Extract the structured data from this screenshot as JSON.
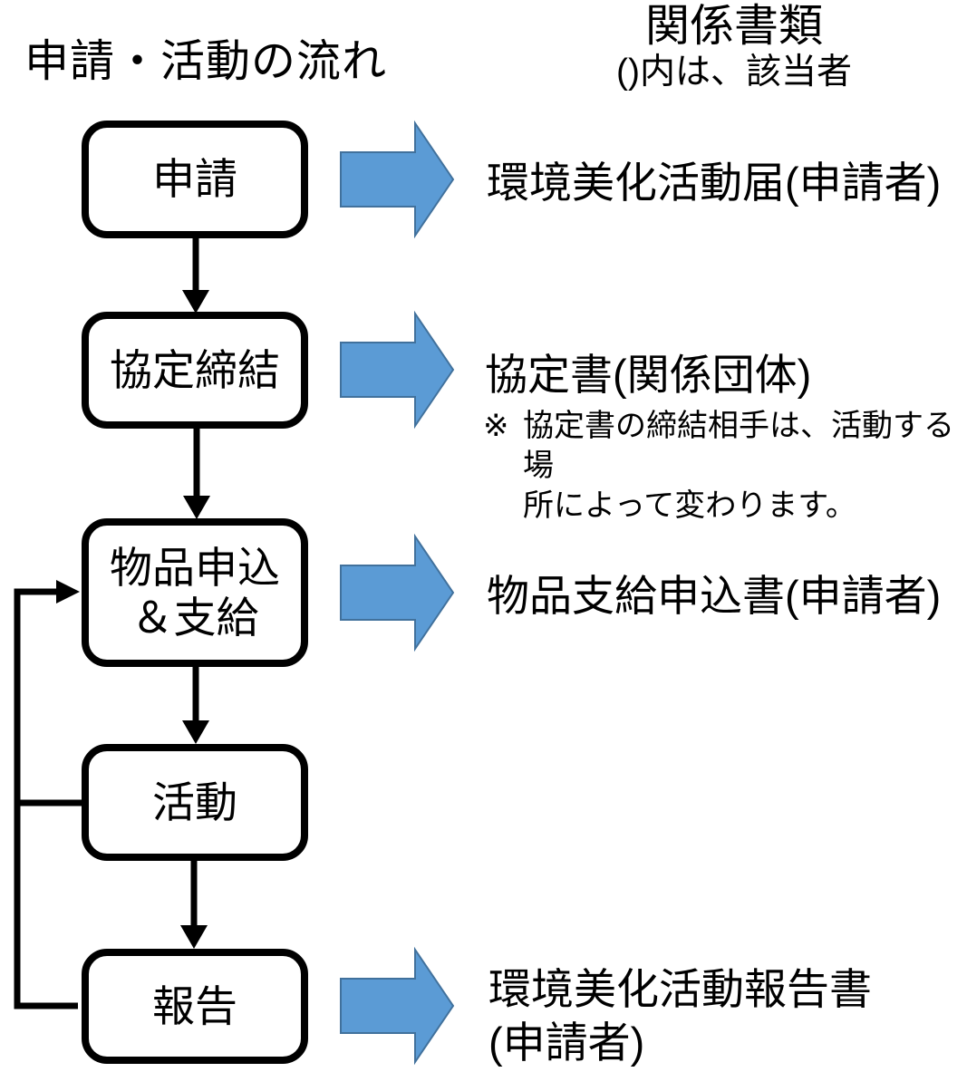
{
  "header": {
    "left_title": "申請・活動の流れ",
    "right_title": "関係書類",
    "right_subtitle": "()内は、該当者"
  },
  "flow": {
    "steps": [
      {
        "label": "申請"
      },
      {
        "label": "協定締結"
      },
      {
        "label": "物品申込\n＆支給"
      },
      {
        "label": "活動"
      },
      {
        "label": "報告"
      }
    ]
  },
  "documents": [
    {
      "text": "環境美化活動届(申請者)"
    },
    {
      "text": "協定書(関係団体)",
      "note_marker": "※",
      "note": "協定書の締結相手は、活動する場\n所によって変わります。"
    },
    {
      "text": "物品支給申込書(申請者)"
    },
    {
      "text": "環境美化活動報告書\n(申請者)"
    }
  ],
  "colors": {
    "background": "#FFFFFF",
    "line": "#000000",
    "blue_arrow_fill": "#5B9BD5",
    "blue_arrow_border": "#41719C"
  }
}
